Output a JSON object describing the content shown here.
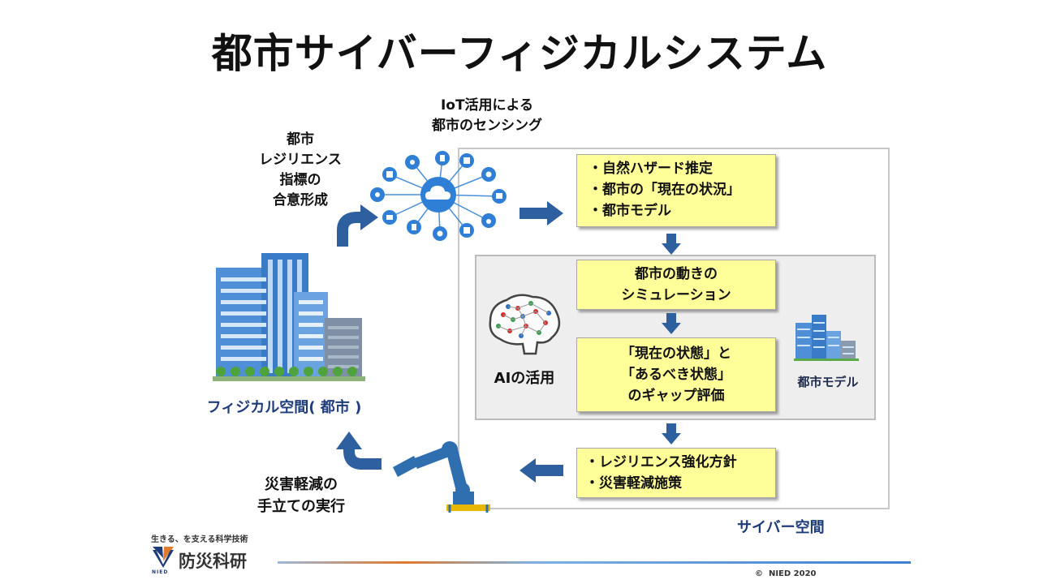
{
  "title": "都市サイバーフィジカルシステム",
  "iot_label": [
    "IoT活用による",
    "都市のセンシング"
  ],
  "resilience_label": [
    "都市",
    "レジリエンス",
    "指標の",
    "合意形成"
  ],
  "box1": [
    "・自然ハザード推定",
    "・都市の「現在の状況」",
    "・都市モデル"
  ],
  "box2": [
    "都市の動きの",
    "シミュレーション"
  ],
  "box3": [
    "「現在の状態」と",
    "「あるべき状態」",
    "のギャップ評価"
  ],
  "box4": [
    "・レジリエンス強化方針",
    "・災害軽減施策"
  ],
  "ai_label": "AIの活用",
  "city_model_label": "都市モデル",
  "physical_label": "フィジカル空間( 都市 )",
  "mitigation_label": [
    "災害軽減の",
    "手立ての実行"
  ],
  "cyber_label": "サイバー空間",
  "logo": {
    "tagline": "生きる、を支える科学技術",
    "org": "防災科研",
    "mark_text": "NIED"
  },
  "copyright": "©  NIED 2020",
  "colors": {
    "arrow": "#2e5f9e",
    "box": "#ffff99",
    "brand_blue": "#1f3c7a",
    "accent_orange": "#e07a2c"
  }
}
